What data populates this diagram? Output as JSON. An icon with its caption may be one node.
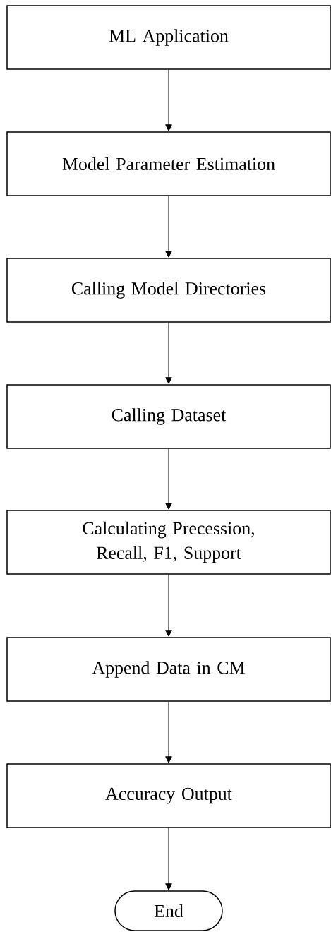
{
  "diagram": {
    "nodes": [
      {
        "text": [
          "ML Application"
        ]
      },
      {
        "text": [
          "Model Parameter Estimation"
        ]
      },
      {
        "text": [
          "Calling Model Directories"
        ]
      },
      {
        "text": [
          "Calling Dataset"
        ]
      },
      {
        "text": [
          "Calculating Precession, Recall, F1, Support"
        ]
      },
      {
        "text": [
          "Append Data in CM"
        ]
      },
      {
        "text": [
          "Accuracy Output"
        ]
      },
      {
        "text": [
          "End"
        ]
      }
    ],
    "edges": [
      {
        "from": 0,
        "to": 1,
        "arrow": "to"
      },
      {
        "from": 1,
        "to": 2,
        "arrow": "to"
      },
      {
        "from": 2,
        "to": 3,
        "arrow": "to"
      },
      {
        "from": 3,
        "to": 4,
        "arrow": "to"
      },
      {
        "from": 4,
        "to": 5,
        "arrow": "to"
      },
      {
        "from": 5,
        "to": 6,
        "arrow": "to"
      },
      {
        "from": 6,
        "to": 7,
        "arrow": "to"
      }
    ]
  }
}
